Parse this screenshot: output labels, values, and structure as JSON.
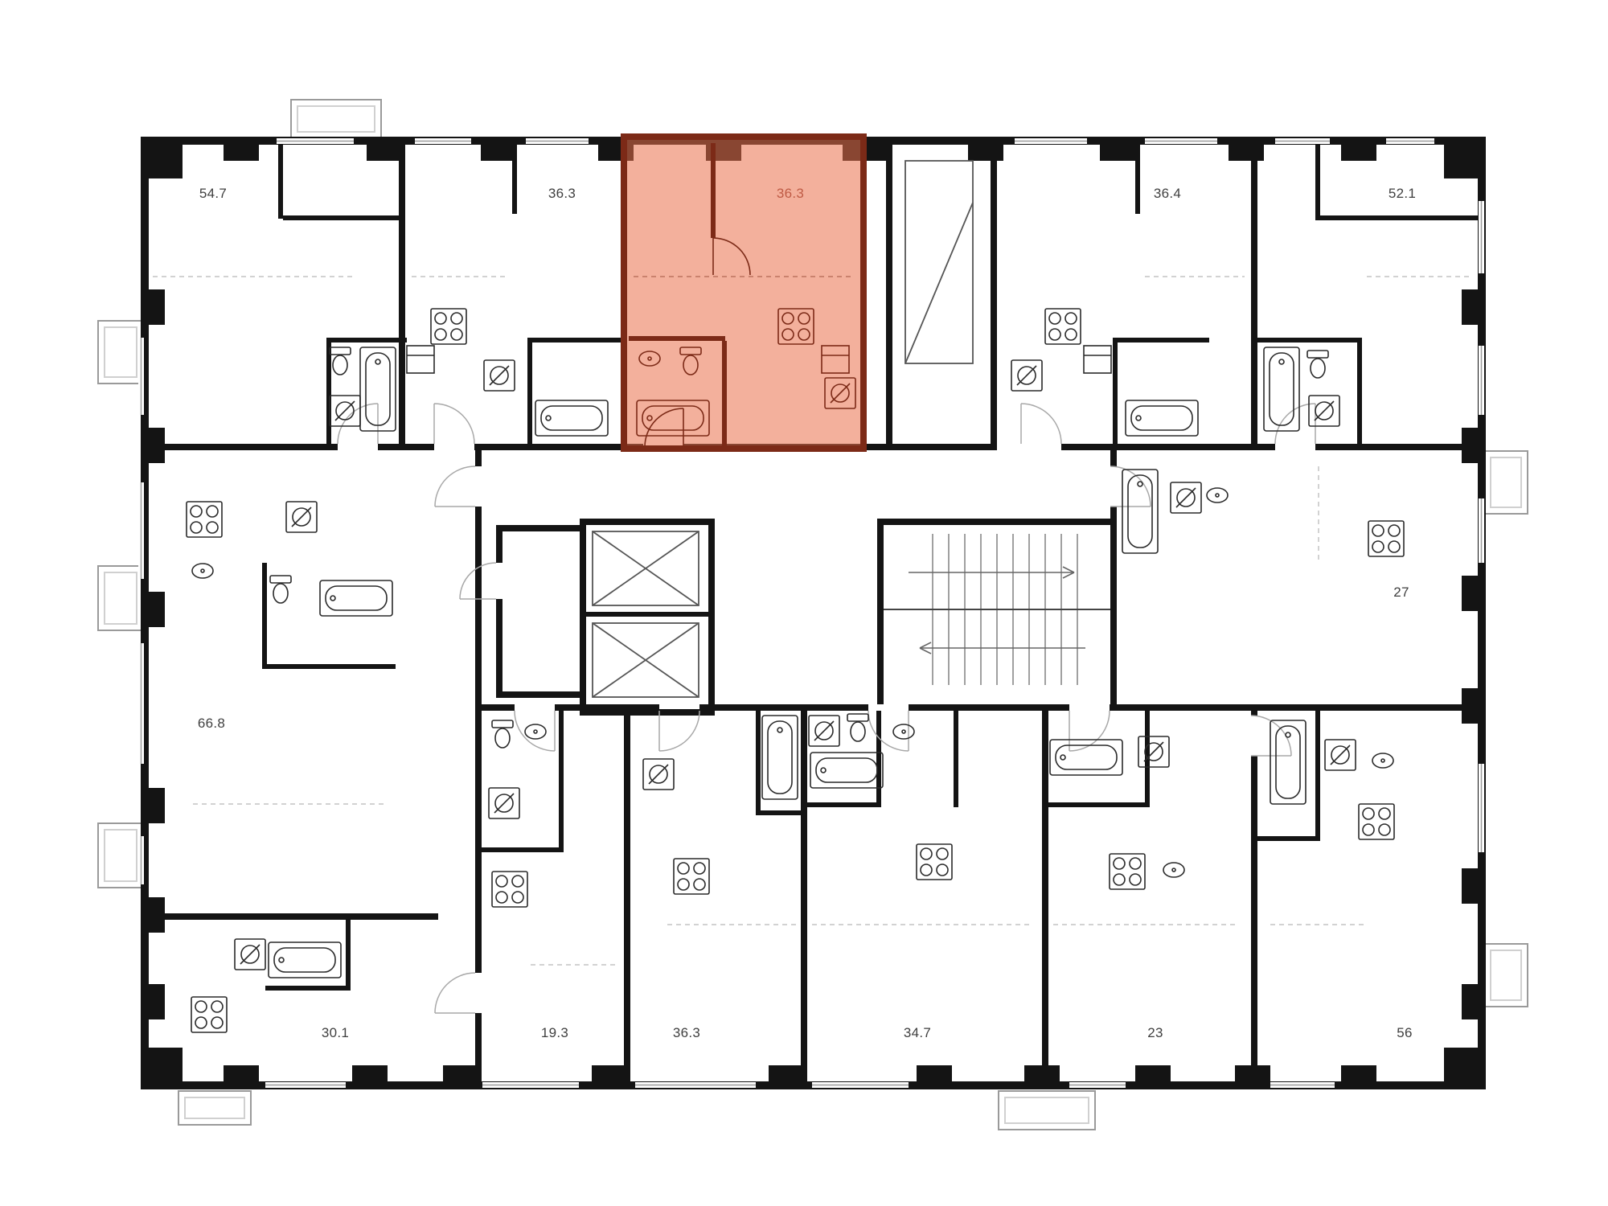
{
  "floorplan": {
    "type": "residential-floor-plan",
    "wall_color": "#141414",
    "highlight": {
      "fill": "#e96f4b",
      "border": "#7c2a17",
      "label_color": "#bf5b45"
    },
    "units": [
      {
        "area": "54.7",
        "highlighted": false,
        "position": "top-left"
      },
      {
        "area": "36.3",
        "highlighted": false,
        "position": "top-second"
      },
      {
        "area": "36.3",
        "highlighted": true,
        "position": "top-center-selected"
      },
      {
        "area": "36.4",
        "highlighted": false,
        "position": "top-fourth"
      },
      {
        "area": "52.1",
        "highlighted": false,
        "position": "top-right"
      },
      {
        "area": "27",
        "highlighted": false,
        "position": "middle-right"
      },
      {
        "area": "66.8",
        "highlighted": false,
        "position": "middle-left"
      },
      {
        "area": "30.1",
        "highlighted": false,
        "position": "bottom-left"
      },
      {
        "area": "19.3",
        "highlighted": false,
        "position": "bottom-second"
      },
      {
        "area": "36.3",
        "highlighted": false,
        "position": "bottom-third"
      },
      {
        "area": "34.7",
        "highlighted": false,
        "position": "bottom-fourth"
      },
      {
        "area": "23",
        "highlighted": false,
        "position": "bottom-fifth"
      },
      {
        "area": "56",
        "highlighted": false,
        "position": "bottom-right"
      }
    ],
    "core_features": [
      "elevator-shafts",
      "staircase",
      "service-shaft"
    ]
  }
}
